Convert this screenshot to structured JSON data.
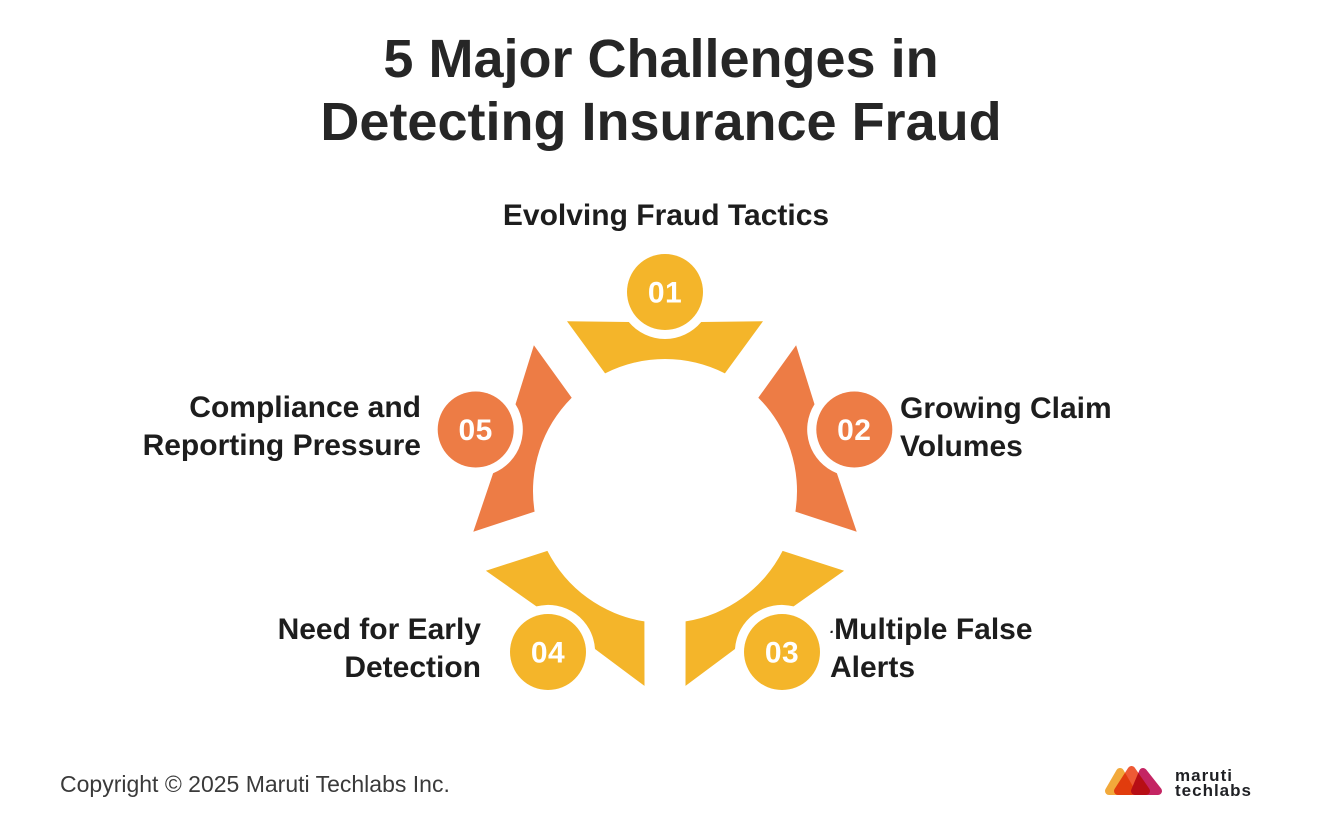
{
  "title": {
    "line1": "5 Major Challenges in",
    "line2": "Detecting Insurance Fraud"
  },
  "diagram": {
    "items": [
      {
        "number": "01",
        "color": "yellow",
        "label_lines": [
          "Evolving Fraud Tactics"
        ]
      },
      {
        "number": "02",
        "color": "orange",
        "label_lines": [
          "Growing Claim",
          "Volumes"
        ]
      },
      {
        "number": "03",
        "color": "yellow",
        "bullet": ".",
        "label_lines": [
          "Multiple False",
          "Alerts"
        ]
      },
      {
        "number": "04",
        "color": "yellow",
        "label_lines": [
          "Need for Early",
          "Detection"
        ]
      },
      {
        "number": "05",
        "color": "orange",
        "label_lines": [
          "Compliance and",
          "Reporting Pressure"
        ]
      }
    ]
  },
  "colors": {
    "yellow": "#F4B52A",
    "orange": "#ED7C45",
    "number_text": "#FFFFFF",
    "title_text": "#262626",
    "label_text": "#1D1D1D"
  },
  "footer": {
    "copyright": "Copyright © 2025 Maruti Techlabs Inc."
  },
  "logo": {
    "line1": "maruti",
    "line2": "techlabs",
    "triangle_colors": {
      "left": "#F2A93B",
      "middle": "#EE5A35",
      "right": "#C42563"
    }
  }
}
